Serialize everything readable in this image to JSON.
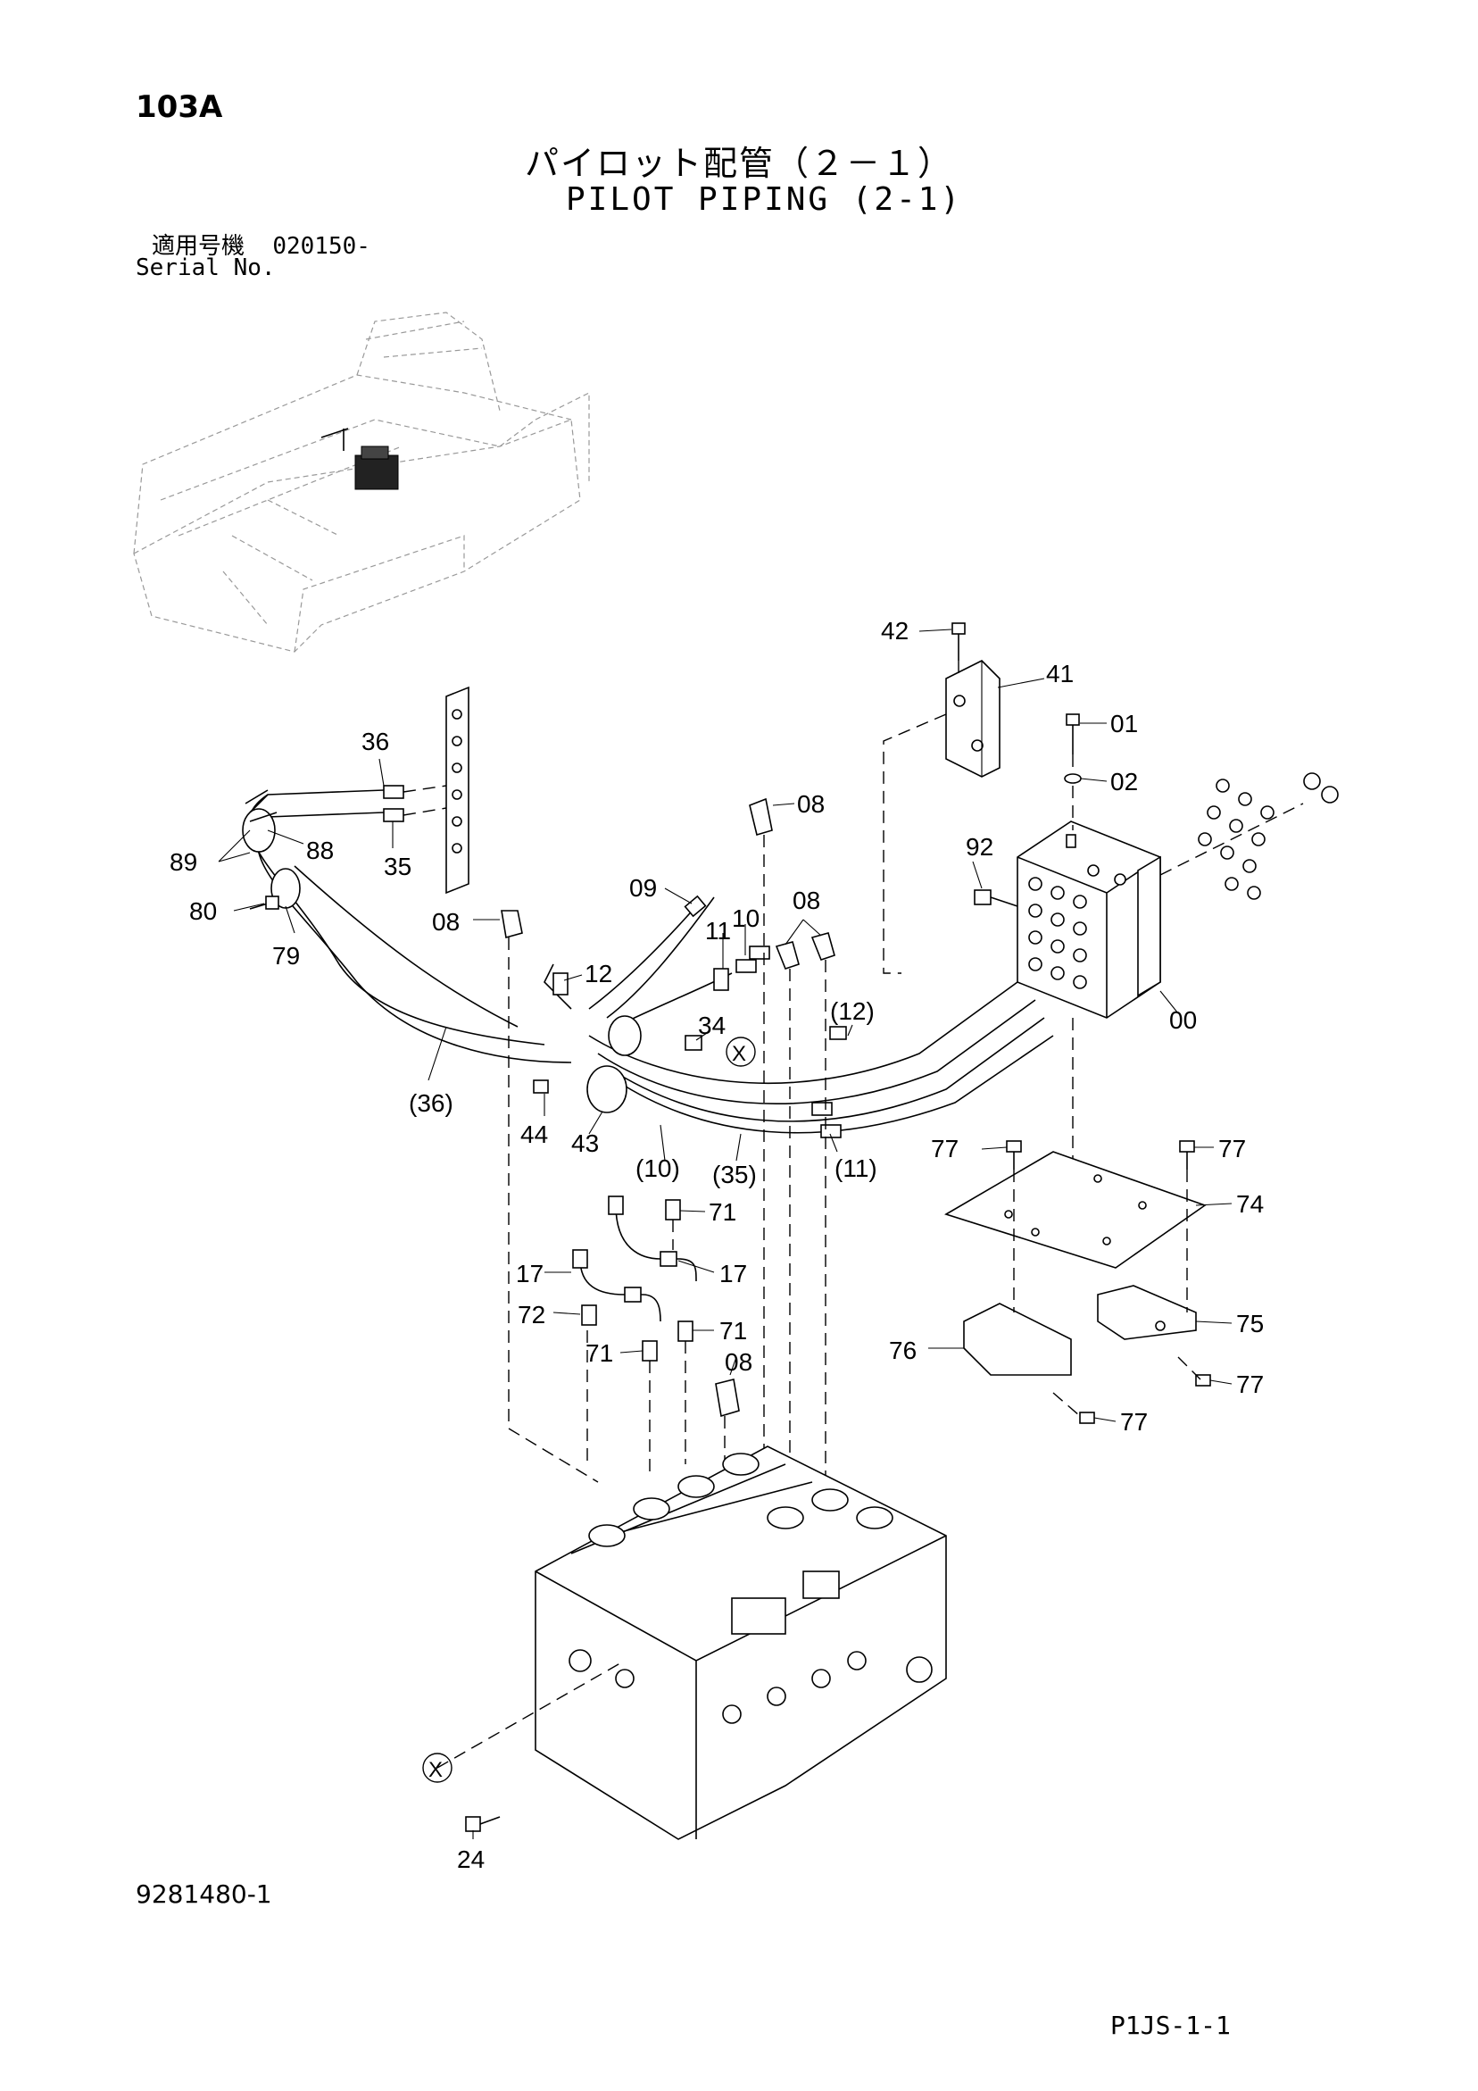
{
  "header": {
    "page_number": "103A",
    "title_jp": "パイロット配管（２－１）",
    "title_en": "PILOT PIPING (2-1)",
    "serial_label_jp": "適用号機",
    "serial_value": "020150-",
    "serial_label_en": "Serial No."
  },
  "footer": {
    "document_number": "9281480-1",
    "page_code": "P1JS-1-1"
  },
  "callouts": {
    "p42": "42",
    "p41": "41",
    "p01": "01",
    "p02": "02",
    "p36": "36",
    "p88": "88",
    "p89": "89",
    "p35": "35",
    "p80": "80",
    "p79": "79",
    "p08a": "08",
    "p92": "92",
    "p09": "09",
    "p08b": "08",
    "p08c": "08",
    "p11": "11",
    "p10": "10",
    "p12": "12",
    "p12p": "(12)",
    "p00": "00",
    "p34": "34",
    "x1": "X",
    "p36p": "(36)",
    "p44": "44",
    "p43": "43",
    "p10p": "(10)",
    "p35p": "(35)",
    "p11p": "(11)",
    "p77a": "77",
    "p77b": "77",
    "p74": "74",
    "p71a": "71",
    "p17a": "17",
    "p17b": "17",
    "p72": "72",
    "p71b": "71",
    "p71c": "71",
    "p75": "75",
    "p76": "76",
    "p08d": "08",
    "p77c": "77",
    "p77d": "77",
    "x2": "X",
    "p24": "24"
  }
}
